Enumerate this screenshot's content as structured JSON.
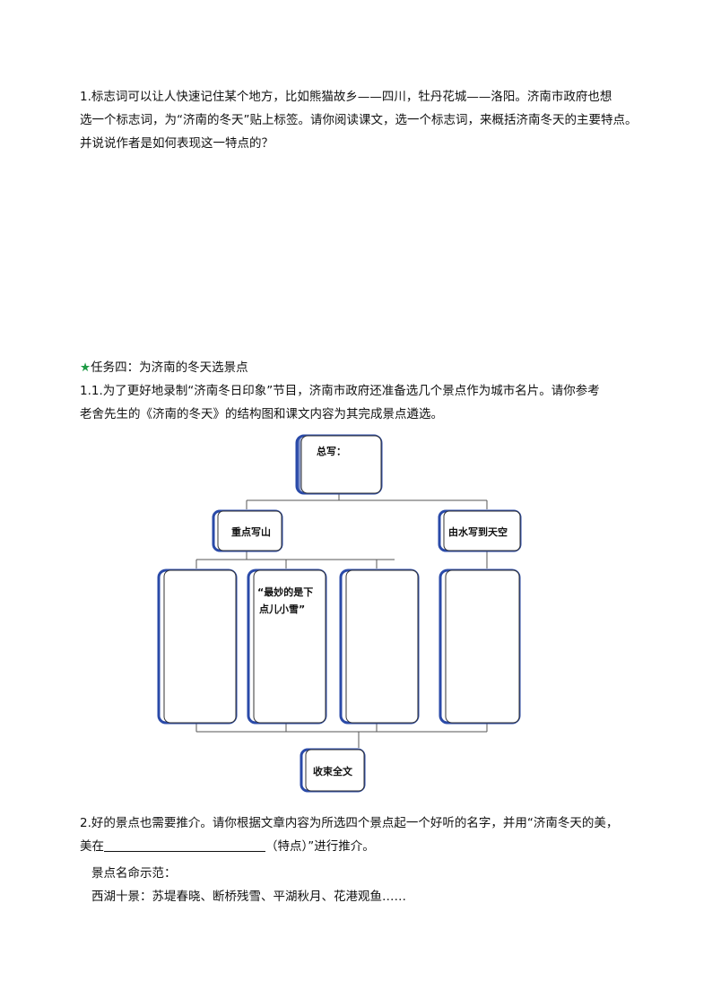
{
  "q1": {
    "line1": "1.标志词可以让人快速记住某个地方，比如熊猫故乡——四川，牡丹花城——洛阳。济南市政府也想",
    "line2": "选一个标志词，为“济南的冬天”贴上标签。请你阅读课文，选一个标志词，来概括济南冬天的主要特点。",
    "line3": "并说说作者是如何表现这一特点的？"
  },
  "task4": {
    "star": "★",
    "title": "任务四：为济南的冬天选景点",
    "q11_line1": "1.1.为了更好地录制“济南冬日印象”节目，济南市政府还准备选几个景点作为城市名片。请你参考",
    "q11_line2": "老舍先生的《济南的冬天》的结构图和课文内容为其完成景点遴选。"
  },
  "diagram": {
    "top_label": "总写：",
    "left_branch": "重点写山",
    "right_branch": "由水写到天空",
    "snow_line1": "“最妙的是下",
    "snow_line2": "点儿小雪”",
    "bottom_label": "收束全文"
  },
  "q2": {
    "line1": "2.好的景点也需要推介。请你根据文章内容为所选四个景点起一个好听的名字，并用“济南冬天的美，",
    "line2_prefix": "美在",
    "line2_suffix": "（特点）”进行推介。",
    "example_heading": "景点名命示范：",
    "example": "西湖十景：苏堤春晓、断桥残雪、平湖秋月、花港观鱼……"
  }
}
